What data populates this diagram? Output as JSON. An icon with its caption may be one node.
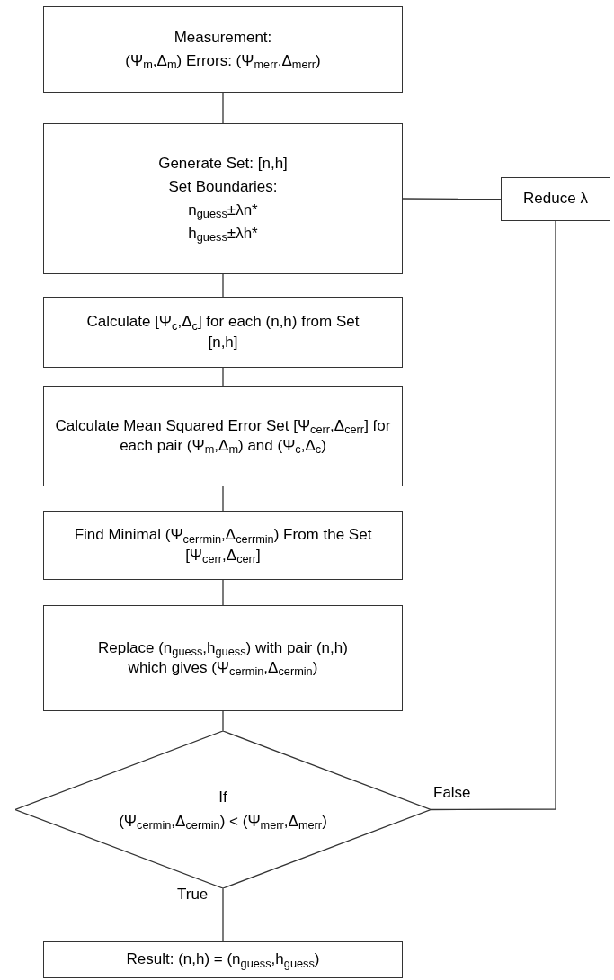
{
  "diagram": {
    "nodes": [
      {
        "text": [
          "Measurement:",
          "(Ψ$_{m}$,Δ$_{m}$) Errors: (Ψ$_{merr}$,Δ$_{merr}$)"
        ]
      },
      {
        "text": [
          "Generate Set: [n,h]",
          "Set Boundaries:",
          "n$_{guess}$±λn*",
          "h$_{guess}$±λh*"
        ]
      },
      {
        "text": [
          "Calculate [Ψ$_{c}$,Δ$_{c}$] for each (n,h) from Set [n,h]"
        ]
      },
      {
        "text": [
          "Calculate Mean Squared Error Set [Ψ$_{cerr}$,Δ$_{cerr}$] for each pair (Ψ$_{m}$,Δ$_{m}$) and (Ψ$_{c}$,Δ$_{c}$)"
        ]
      },
      {
        "text": [
          "Find Minimal (Ψ$_{cerrmin}$,Δ$_{cerrmin}$) From the Set [Ψ$_{cerr}$,Δ$_{cerr}$]"
        ]
      },
      {
        "text": [
          "Replace (n$_{guess}$,h$_{guess}$) with pair (n,h) which gives (Ψ$_{cermin}$,Δ$_{cermin}$)"
        ]
      },
      {
        "text": [
          "If",
          "(Ψ$_{cermin}$,Δ$_{cermin}$) < (Ψ$_{merr}$,Δ$_{merr}$)"
        ]
      },
      {
        "text": [
          "Result: (n,h) = (n$_{guess}$,h$_{guess}$)"
        ]
      },
      {
        "text": [
          "Reduce λ"
        ]
      }
    ],
    "edges": [
      {
        "from": 0,
        "to": 1,
        "arrow": "none"
      },
      {
        "from": 1,
        "to": 2,
        "arrow": "none"
      },
      {
        "from": 2,
        "to": 3,
        "arrow": "none"
      },
      {
        "from": 3,
        "to": 4,
        "arrow": "none"
      },
      {
        "from": 4,
        "to": 5,
        "arrow": "none"
      },
      {
        "from": 5,
        "to": 6,
        "arrow": "none"
      },
      {
        "from": 6,
        "to": 7,
        "arrow": "none",
        "label": "True"
      },
      {
        "from": 6,
        "to": 8,
        "arrow": "none",
        "label": "False"
      },
      {
        "from": 1,
        "to": 8,
        "arrow": "none"
      }
    ]
  }
}
